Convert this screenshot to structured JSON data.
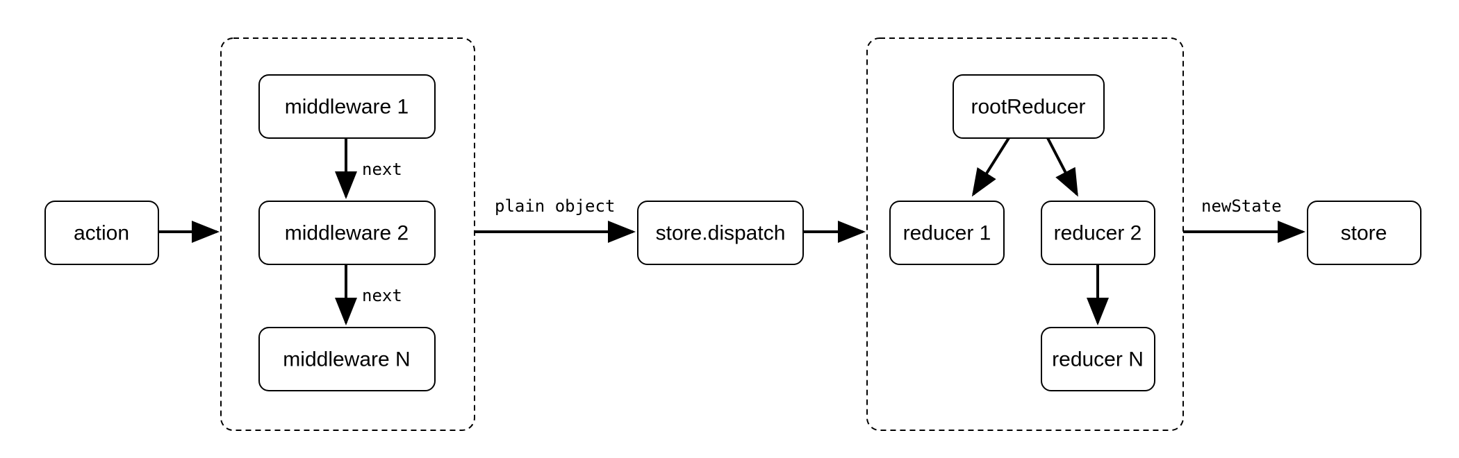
{
  "nodes": {
    "action": "action",
    "middleware_1": "middleware 1",
    "middleware_2": "middleware 2",
    "middleware_n": "middleware N",
    "store_dispatch": "store.dispatch",
    "root_reducer": "rootReducer",
    "reducer_1": "reducer 1",
    "reducer_2": "reducer 2",
    "reducer_n": "reducer N",
    "store": "store"
  },
  "edge_labels": {
    "next_1": "next",
    "next_2": "next",
    "plain_object": "plain object",
    "new_state": "newState"
  },
  "colors": {
    "stroke": "#000000",
    "background": "#ffffff"
  }
}
